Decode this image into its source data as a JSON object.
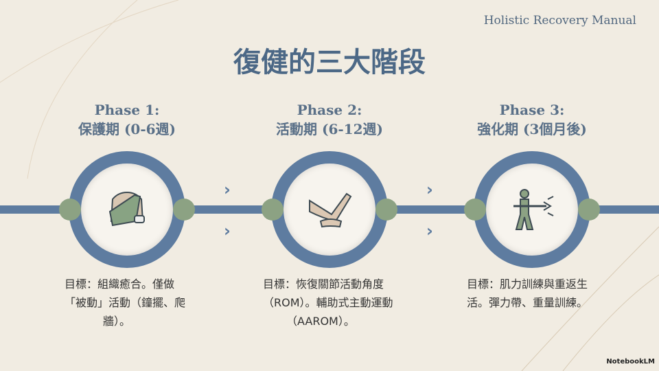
{
  "header": {
    "brand": "Holistic Recovery Manual",
    "title": "復健的三大階段"
  },
  "phases": [
    {
      "label": "Phase 1:",
      "subtitle": "保護期 (0-6週)",
      "icon": "arm-sling-icon",
      "desc_lines": [
        "目標：組織癒合。僅做",
        "「被動」活動（鐘擺、爬",
        "牆）。"
      ]
    },
    {
      "label": "Phase 2:",
      "subtitle": "活動期 (6-12週)",
      "icon": "assisted-arm-movement-icon",
      "desc_lines": [
        "目標：恢復關節活動角度",
        "（ROM）。輔助式主動運動",
        "（AAROM）。"
      ]
    },
    {
      "label": "Phase 3:",
      "subtitle": "強化期 (3個月後)",
      "icon": "resistance-band-icon",
      "desc_lines": [
        "目標：肌力訓練與重返生",
        "活。彈力帶、重量訓練。"
      ]
    }
  ],
  "footer": {
    "logo": "NotebookLM"
  },
  "colors": {
    "ring": "#5e7ca0",
    "dot": "#8ca283",
    "title": "#4c6886"
  }
}
